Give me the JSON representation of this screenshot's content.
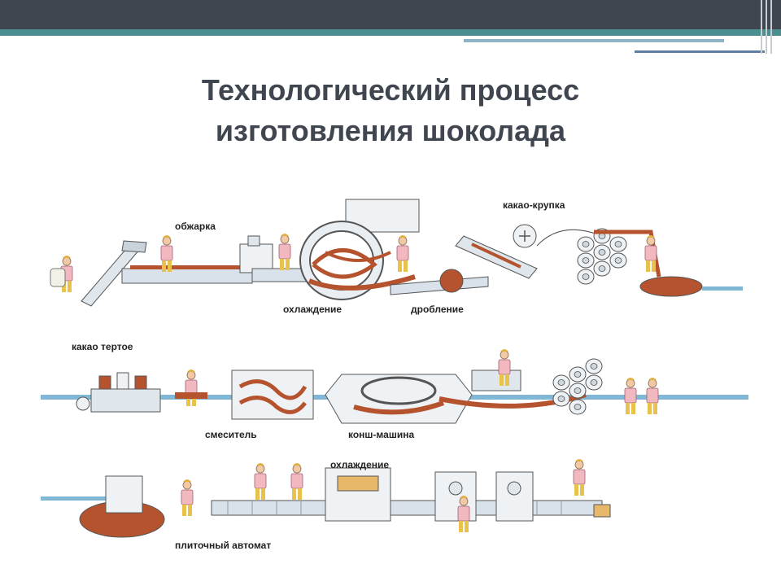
{
  "slide": {
    "title_line1": "Технологический процесс",
    "title_line2": "изготовления шоколада"
  },
  "diagram": {
    "labels": {
      "roasting": "обжарка",
      "cooling_1": "охлаждение",
      "crushing": "дробление",
      "cocoa_nibs": "какао-крупка",
      "cocoa_liquor": "какао тертое",
      "mixer": "смеситель",
      "conche": "конш-машина",
      "cooling_2": "охлаждение",
      "molding": "плиточный автомат"
    },
    "colors": {
      "product": "#b5532f",
      "machine": "#d9e2ea",
      "pipe": "#7fb7d4",
      "worker_shirt": "#f2b8c0",
      "worker_pants": "#e8c24a"
    }
  }
}
